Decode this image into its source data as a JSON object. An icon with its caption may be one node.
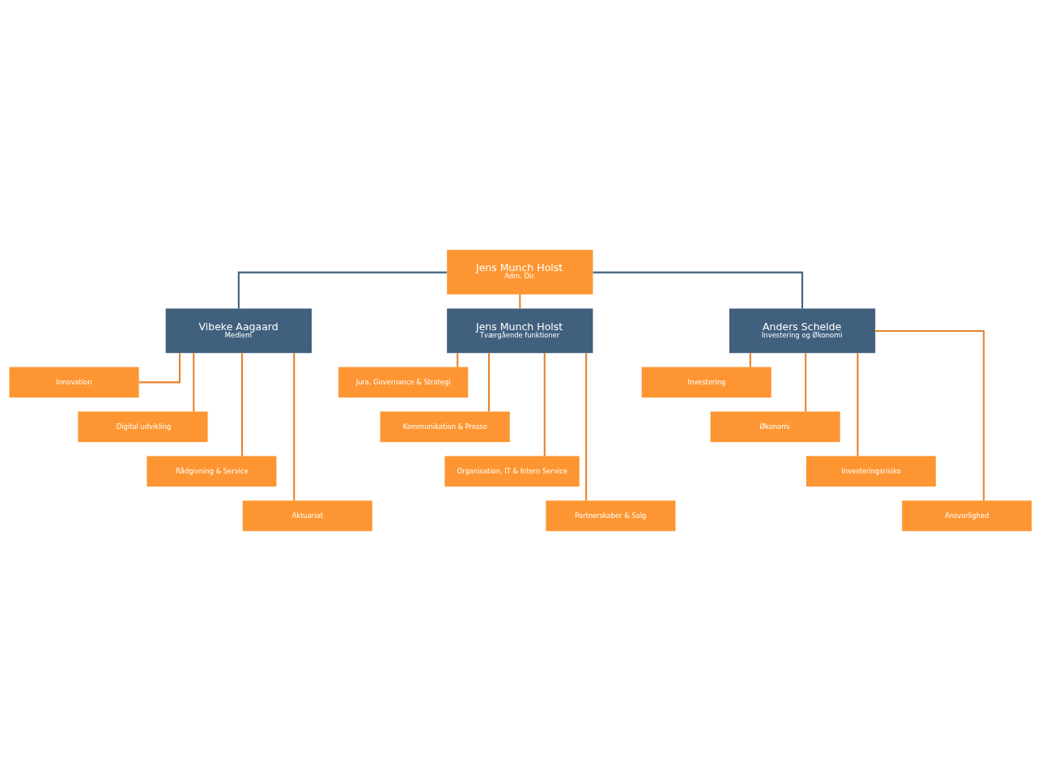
{
  "diagram": {
    "nodes": [
      {
        "text": [
          "Jens Munch Holst",
          "Adm. Dir."
        ]
      },
      {
        "text": [
          "Vibeke Aagaard",
          "Medlem"
        ]
      },
      {
        "text": [
          "Jens Munch Holst",
          "Tværgående funktioner"
        ]
      },
      {
        "text": [
          "Anders Schelde",
          "Investering og Økonomi"
        ]
      },
      {
        "text": [
          "Innovation"
        ]
      },
      {
        "text": [
          "Digital udvikling"
        ]
      },
      {
        "text": [
          "Rådgivning & Service"
        ]
      },
      {
        "text": [
          "Aktuariat"
        ]
      },
      {
        "text": [
          "Jura, Governance & Strategi"
        ]
      },
      {
        "text": [
          "Kommunikation & Presse"
        ]
      },
      {
        "text": [
          "Organisation, IT & Intern Service"
        ]
      },
      {
        "text": [
          "Partnerskaber & Salg"
        ]
      },
      {
        "text": [
          "Investering"
        ]
      },
      {
        "text": [
          "Økonomi"
        ]
      },
      {
        "text": [
          "Investeringsrisiko"
        ]
      },
      {
        "text": [
          "Ansvarlighed"
        ]
      }
    ],
    "edges": [
      {
        "from": 0,
        "to": 1,
        "arrow": "none",
        "color": "#41607e"
      },
      {
        "from": 0,
        "to": 2,
        "arrow": "none"
      },
      {
        "from": 0,
        "to": 3,
        "arrow": "none",
        "color": "#41607e"
      },
      {
        "from": 1,
        "to": 4,
        "arrow": "none"
      },
      {
        "from": 1,
        "to": 5,
        "arrow": "none"
      },
      {
        "from": 1,
        "to": 6,
        "arrow": "none"
      },
      {
        "from": 1,
        "to": 7,
        "arrow": "none"
      },
      {
        "from": 2,
        "to": 8,
        "arrow": "none"
      },
      {
        "from": 2,
        "to": 9,
        "arrow": "none"
      },
      {
        "from": 2,
        "to": 10,
        "arrow": "none"
      },
      {
        "from": 2,
        "to": 11,
        "arrow": "none"
      },
      {
        "from": 3,
        "to": 12,
        "arrow": "none"
      },
      {
        "from": 3,
        "to": 13,
        "arrow": "none"
      },
      {
        "from": 3,
        "to": 14,
        "arrow": "none"
      },
      {
        "from": 3,
        "to": 15,
        "arrow": "none"
      }
    ]
  }
}
